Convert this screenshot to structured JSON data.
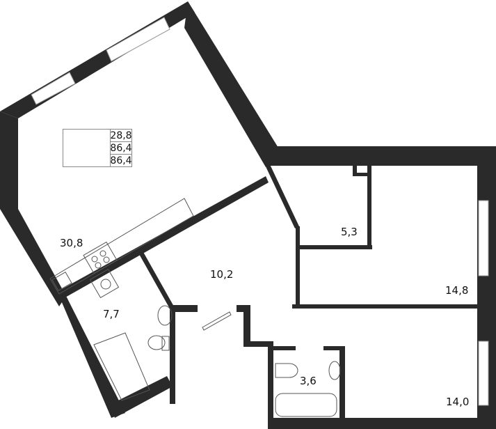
{
  "plan": {
    "wall_color": "#2a2a2a",
    "summary": {
      "living_area": "28,8",
      "total_area": "86,4",
      "total_area_2": "86,4"
    },
    "rooms": [
      {
        "id": "kitchen-living",
        "area": "30,8"
      },
      {
        "id": "bathroom-1",
        "area": "7,7"
      },
      {
        "id": "hall",
        "area": "10,2"
      },
      {
        "id": "wardrobe",
        "area": "5,3"
      },
      {
        "id": "bedroom-1",
        "area": "14,8"
      },
      {
        "id": "bathroom-2",
        "area": "3,6"
      },
      {
        "id": "bedroom-2",
        "area": "14,0"
      }
    ]
  }
}
